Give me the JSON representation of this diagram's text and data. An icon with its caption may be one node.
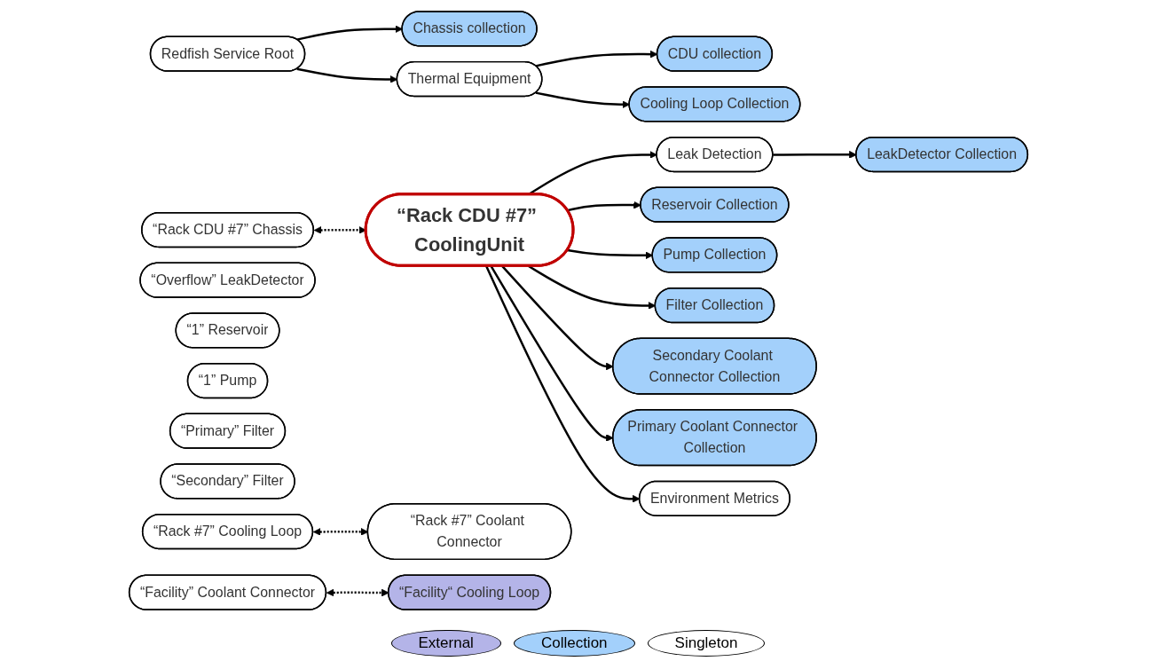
{
  "diagram": {
    "nodes": [
      {
        "text": [
          "Redfish Service Root"
        ]
      },
      {
        "text": [
          "Thermal Equipment"
        ]
      },
      {
        "text": [
          "Chassis collection"
        ]
      },
      {
        "text": [
          "“Rack CDU #7” Chassis"
        ]
      },
      {
        "text": [
          "CDU collection"
        ]
      },
      {
        "text": [
          "Leak Detection"
        ]
      },
      {
        "text": [
          "LeakDetector Collection"
        ]
      },
      {
        "text": [
          "“Overflow” LeakDetector"
        ]
      },
      {
        "text": [
          "Reservoir Collection"
        ]
      },
      {
        "text": [
          "“1” Reservoir"
        ]
      },
      {
        "text": [
          "Pump Collection"
        ]
      },
      {
        "text": [
          "“1” Pump"
        ]
      },
      {
        "text": [
          "Filter Collection"
        ]
      },
      {
        "text": [
          "“Primary” Filter"
        ]
      },
      {
        "text": [
          "“Secondary” Filter"
        ]
      },
      {
        "text": [
          "“Rack CDU #7” CoolingUnit"
        ]
      },
      {
        "text": [
          "Cooling Loop Collection"
        ]
      },
      {
        "text": [
          "“Rack #7” Cooling Loop"
        ]
      },
      {
        "text": [
          "Secondary Coolant Connector Collection"
        ]
      },
      {
        "text": [
          "“Rack #7” Coolant Connector"
        ]
      },
      {
        "text": [
          "Primary Coolant Connector Collection"
        ]
      },
      {
        "text": [
          "“Facility” Coolant Connector"
        ]
      },
      {
        "text": [
          "Environment Metrics"
        ]
      },
      {
        "text": [
          "“Facility“ Cooling Loop"
        ]
      }
    ],
    "edges": [
      {
        "from": 0,
        "to": 2,
        "arrow": "to"
      },
      {
        "from": 0,
        "to": 1,
        "arrow": "to"
      },
      {
        "from": 1,
        "to": 4,
        "arrow": "to"
      },
      {
        "from": 1,
        "to": 16,
        "arrow": "to"
      },
      {
        "from": 15,
        "to": 5,
        "arrow": "to"
      },
      {
        "from": 5,
        "to": 6,
        "arrow": "to"
      },
      {
        "from": 15,
        "to": 8,
        "arrow": "to"
      },
      {
        "from": 15,
        "to": 10,
        "arrow": "to"
      },
      {
        "from": 15,
        "to": 12,
        "arrow": "to"
      },
      {
        "from": 15,
        "to": 18,
        "arrow": "to"
      },
      {
        "from": 15,
        "to": 20,
        "arrow": "to"
      },
      {
        "from": 15,
        "to": 22,
        "arrow": "to"
      },
      {
        "from": 3,
        "to": 15,
        "arrow": "both",
        "style": "dashed"
      },
      {
        "from": 17,
        "to": 19,
        "arrow": "both",
        "style": "dashed"
      },
      {
        "from": 21,
        "to": 23,
        "arrow": "both",
        "style": "dashed"
      }
    ],
    "legend": [
      {
        "text": "External",
        "color": "#b4b4e8"
      },
      {
        "text": "Collection",
        "color": "#a3d0fb"
      },
      {
        "text": "Singleton",
        "color": "#ffffff"
      }
    ]
  }
}
